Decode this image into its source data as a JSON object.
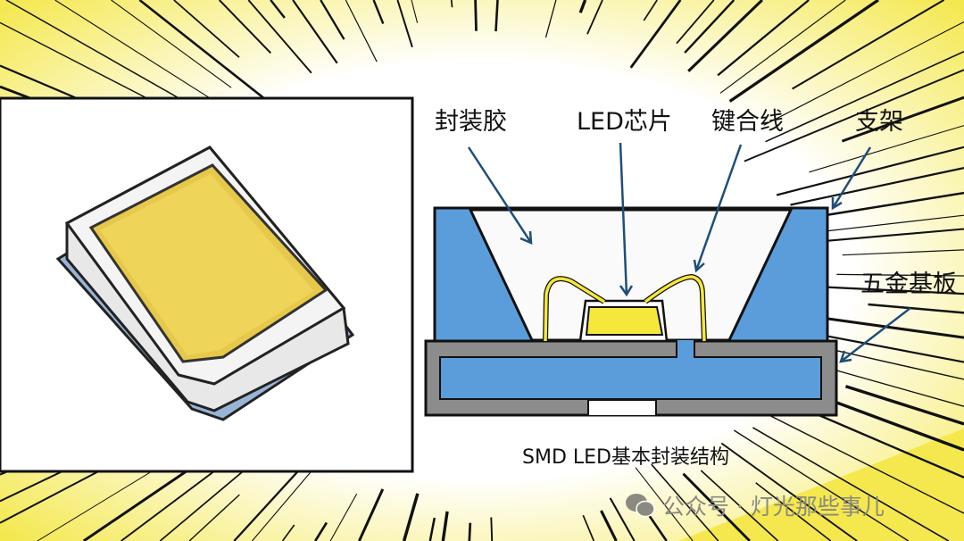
{
  "labels": {
    "encapsulant": "封装胶",
    "led_chip": "LED芯片",
    "bond_wire": "键合线",
    "bracket": "支架",
    "metal_substrate": "五金基板"
  },
  "caption": "SMD LED基本封装结构",
  "watermark": "公众号 · 灯光那些事儿",
  "colors": {
    "blue": "#5b9ddb",
    "gray": "#8c8c8c",
    "yellow": "#f5e83a",
    "arrow": "#1f4e79",
    "bg_yellow": "#f4e84e"
  }
}
